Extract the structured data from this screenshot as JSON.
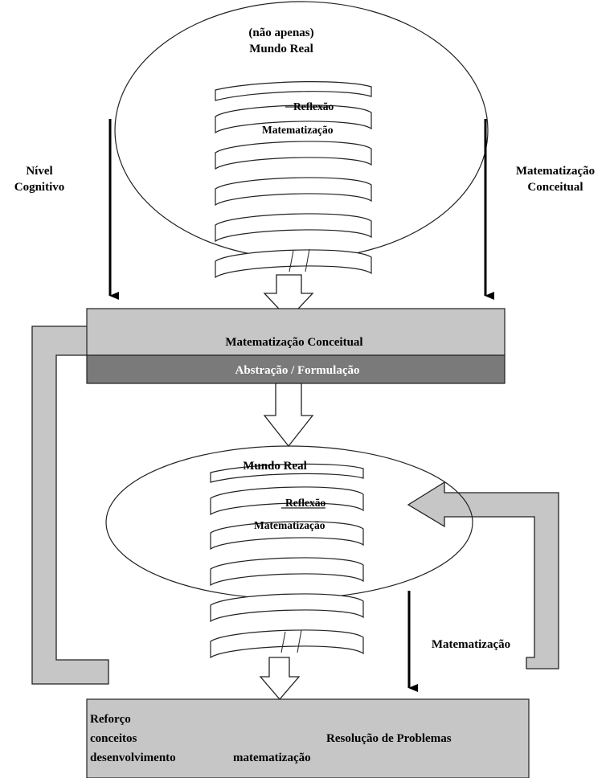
{
  "top_ellipse": {
    "line1": "(não apenas)",
    "line2": "Mundo Real",
    "spiral_label_top": "Reflexão",
    "spiral_label_bottom": "Matematização"
  },
  "left_arrow_label": {
    "line1": "Nível",
    "line2": "Cognitivo"
  },
  "right_arrow_label": {
    "line1": "Matematização",
    "line2": "Conceitual"
  },
  "conceptual_box": {
    "title": "Matematização Conceitual",
    "subtitle": "Abstração / Formulação"
  },
  "bottom_ellipse": {
    "title": "Mundo Real",
    "spiral_label_top": "Reflexão",
    "spiral_label_bottom": "Matematização"
  },
  "side_arrow_label": "Matematização",
  "bottom_box": {
    "left_line1": "Reforço",
    "left_line2": "conceitos",
    "left_line3": "desenvolvimento",
    "center": "matematização",
    "right": "Resolução de Problemas"
  },
  "colors": {
    "light_gray": "#c6c6c6",
    "dark_gray": "#7a7a7a",
    "outline": "#222222",
    "background": "#ffffff"
  }
}
